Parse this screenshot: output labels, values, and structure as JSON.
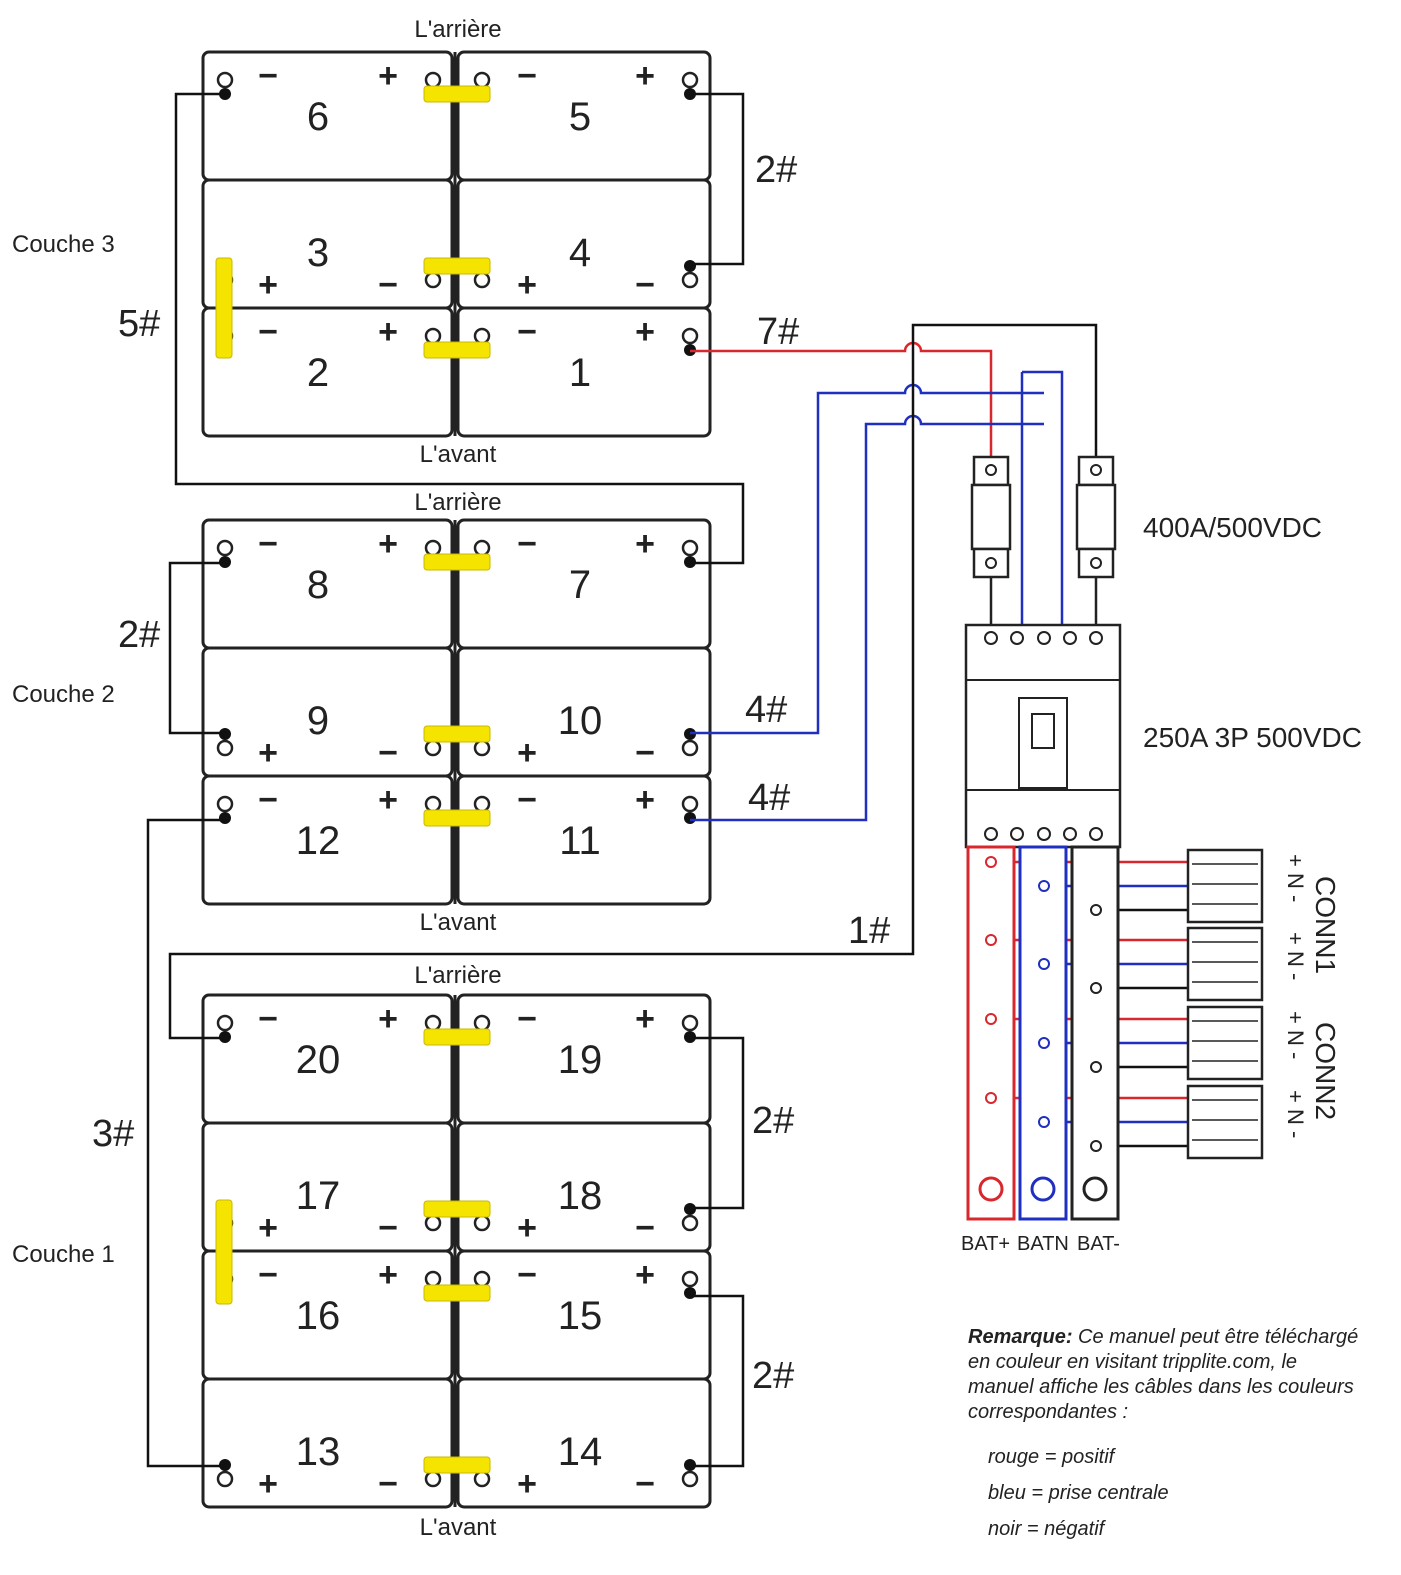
{
  "positions": {
    "back": "L'arrière",
    "front": "L'avant"
  },
  "layers": {
    "layer3": "Couche 3",
    "layer2": "Couche 2",
    "layer1": "Couche 1"
  },
  "batteries": [
    "6",
    "5",
    "3",
    "4",
    "2",
    "1",
    "8",
    "7",
    "9",
    "10",
    "12",
    "11",
    "20",
    "19",
    "17",
    "18",
    "16",
    "15",
    "13",
    "14"
  ],
  "cables": {
    "c2a": "2#",
    "c5": "5#",
    "c7": "7#",
    "c2b": "2#",
    "c4a": "4#",
    "c4b": "4#",
    "c1": "1#",
    "c3": "3#",
    "c2c": "2#",
    "c2d": "2#"
  },
  "fuse_rating": "400A/500VDC",
  "breaker_rating": "250A 3P 500VDC",
  "connectors": {
    "conn1": "CONN1",
    "conn2": "CONN2",
    "pins": [
      "+",
      "N",
      "-"
    ]
  },
  "busbars": {
    "pos": "BAT+",
    "mid": "BATN",
    "neg": "BAT-"
  },
  "note": {
    "title": "Remarque:",
    "text": "Ce manuel peut être téléchargé en couleur en visitant tripplite.com, le manuel affiche les câbles dans les couleurs correspondantes :",
    "legend": [
      "rouge = positif",
      "bleu = prise centrale",
      "noir = négatif"
    ]
  },
  "colors": {
    "positive": "#d9272e",
    "center": "#1f2fc0",
    "negative": "#111111",
    "link": "#f5e400"
  }
}
